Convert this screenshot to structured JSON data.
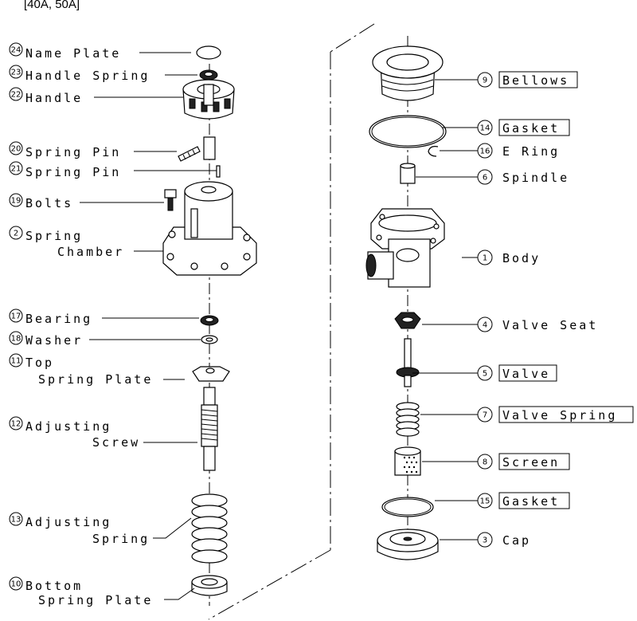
{
  "header": "[40A, 50A]",
  "parts": {
    "p24": {
      "num": "24",
      "label": "Name Plate"
    },
    "p23": {
      "num": "23",
      "label": "Handle Spring"
    },
    "p22": {
      "num": "22",
      "label": "Handle"
    },
    "p20": {
      "num": "20",
      "label": "Spring Pin"
    },
    "p21": {
      "num": "21",
      "label": "Spring Pin"
    },
    "p19": {
      "num": "19",
      "label": "Bolts"
    },
    "p2": {
      "num": "2",
      "label1": "Spring",
      "label2": "Chamber"
    },
    "p17": {
      "num": "17",
      "label": "Bearing"
    },
    "p18": {
      "num": "18",
      "label": "Washer"
    },
    "p11": {
      "num": "11",
      "label1": "Top",
      "label2": "Spring Plate"
    },
    "p12": {
      "num": "12",
      "label1": "Adjusting",
      "label2": "Screw"
    },
    "p13": {
      "num": "13",
      "label1": "Adjusting",
      "label2": "Spring"
    },
    "p10": {
      "num": "10",
      "label1": "Bottom",
      "label2": "Spring Plate"
    },
    "p9": {
      "num": "9",
      "label": "Bellows"
    },
    "p14": {
      "num": "14",
      "label": "Gasket"
    },
    "p16": {
      "num": "16",
      "label": "E Ring"
    },
    "p6": {
      "num": "6",
      "label": "Spindle"
    },
    "p1": {
      "num": "1",
      "label": "Body"
    },
    "p4": {
      "num": "4",
      "label": "Valve Seat"
    },
    "p5": {
      "num": "5",
      "label": "Valve"
    },
    "p7": {
      "num": "7",
      "label": "Valve Spring"
    },
    "p8": {
      "num": "8",
      "label": "Screen"
    },
    "p15": {
      "num": "15",
      "label": "Gasket"
    },
    "p3": {
      "num": "3",
      "label": "Cap"
    }
  }
}
